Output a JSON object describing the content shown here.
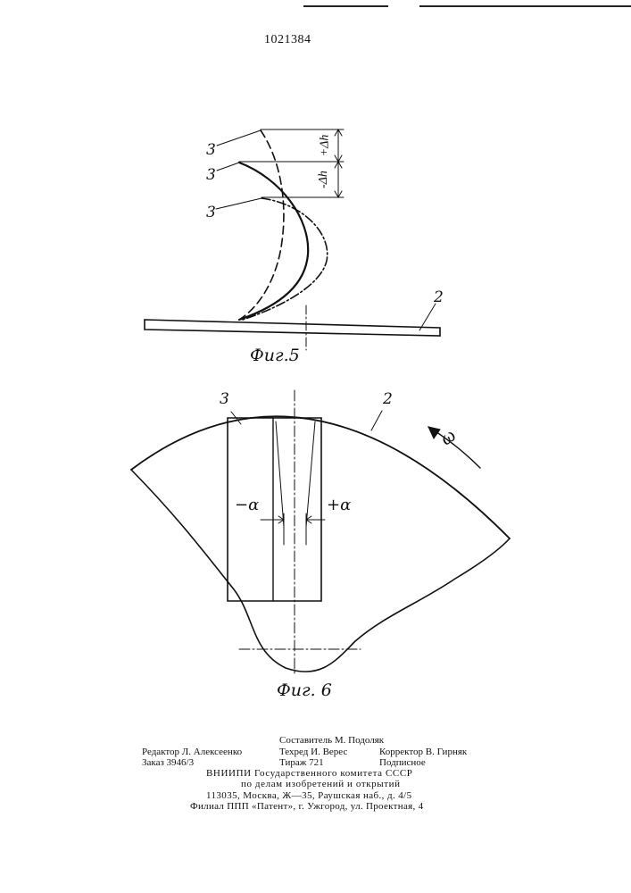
{
  "patent_number": "1021384",
  "figure5": {
    "caption": "Фиг.5",
    "cutter_labels": [
      "3",
      "3",
      "3"
    ],
    "disc_label": "2",
    "dim_plus": "+Δh",
    "dim_minus": "-Δh"
  },
  "figure6": {
    "caption": "Фиг. 6",
    "cutter_label": "3",
    "disc_label": "2",
    "angle_minus": "−α",
    "angle_plus": "+α",
    "rotation_symbol": "ω"
  },
  "imprint": {
    "compiler": "Составитель М. Подоляк",
    "editor": "Редактор Л. Алексеенко",
    "techred": "Техред И. Верес",
    "corrector": "Корректор В. Гирняк",
    "order": "Заказ 3946/3",
    "circulation": "Тираж 721",
    "subscription": "Подписное",
    "org_line1": "ВНИИПИ Государственного комитета СССР",
    "org_line2": "по делам изобретений и открытий",
    "address": "113035, Москва, Ж—35, Раушская наб., д. 4/5",
    "branch": "Филиал ППП «Патент», г. Ужгород, ул. Проектная, 4"
  }
}
